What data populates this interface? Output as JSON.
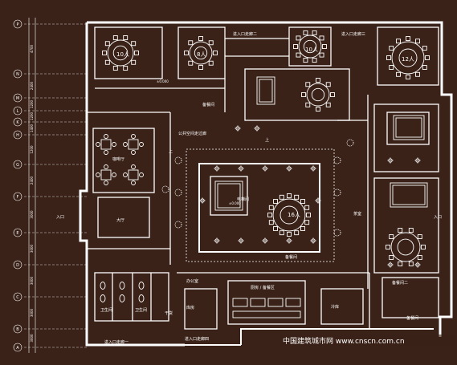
{
  "colors": {
    "background": "#3a2218",
    "line": "#ffffff",
    "watermark": "#f3efe9"
  },
  "axes": {
    "rows": [
      "P",
      "N",
      "M",
      "L",
      "K",
      "H",
      "G",
      "F",
      "E",
      "D",
      "C",
      "B",
      "A"
    ],
    "dims": [
      "4700",
      "2400",
      "1200",
      "1200",
      "1400",
      "1200",
      "2400",
      "3000",
      "3000",
      "3000",
      "3000",
      "3000",
      "1200"
    ]
  },
  "labels": {
    "room_10a": "10人",
    "room_8a": "8人",
    "room_10b": "10人",
    "room_12a": "12人",
    "room_16a": "16人",
    "entrance_2": "进入口走廊二",
    "entrance_3": "进入口走廊三",
    "entrance_1": "进入口走廊一",
    "entrance_4": "进入口走廊四",
    "corridor_1": "公共空间走过廊",
    "corridor_2": "电梯间",
    "stairs_up_1": "上",
    "stairs_up_2": "上",
    "lobby_1": "咖啡厅",
    "lobby_2": "大厅",
    "kitchen": "厨房 / 备餐区",
    "prep_1": "备餐间",
    "prep_2": "备餐间",
    "prep_3": "备餐间二",
    "prep_4": "备餐间一",
    "toilet_1": "卫生间",
    "toilet_2": "卫生间",
    "office": "办公室",
    "storage_1": "库房",
    "storage_2": "干货",
    "storage_3": "冷库",
    "entry_a": "入口",
    "entry_b": "入口",
    "right_room": "茶室",
    "level_1": "±0.000",
    "level_2": "±0.000"
  },
  "watermark": "中国建筑城市网 www.cnscn.com.cn"
}
